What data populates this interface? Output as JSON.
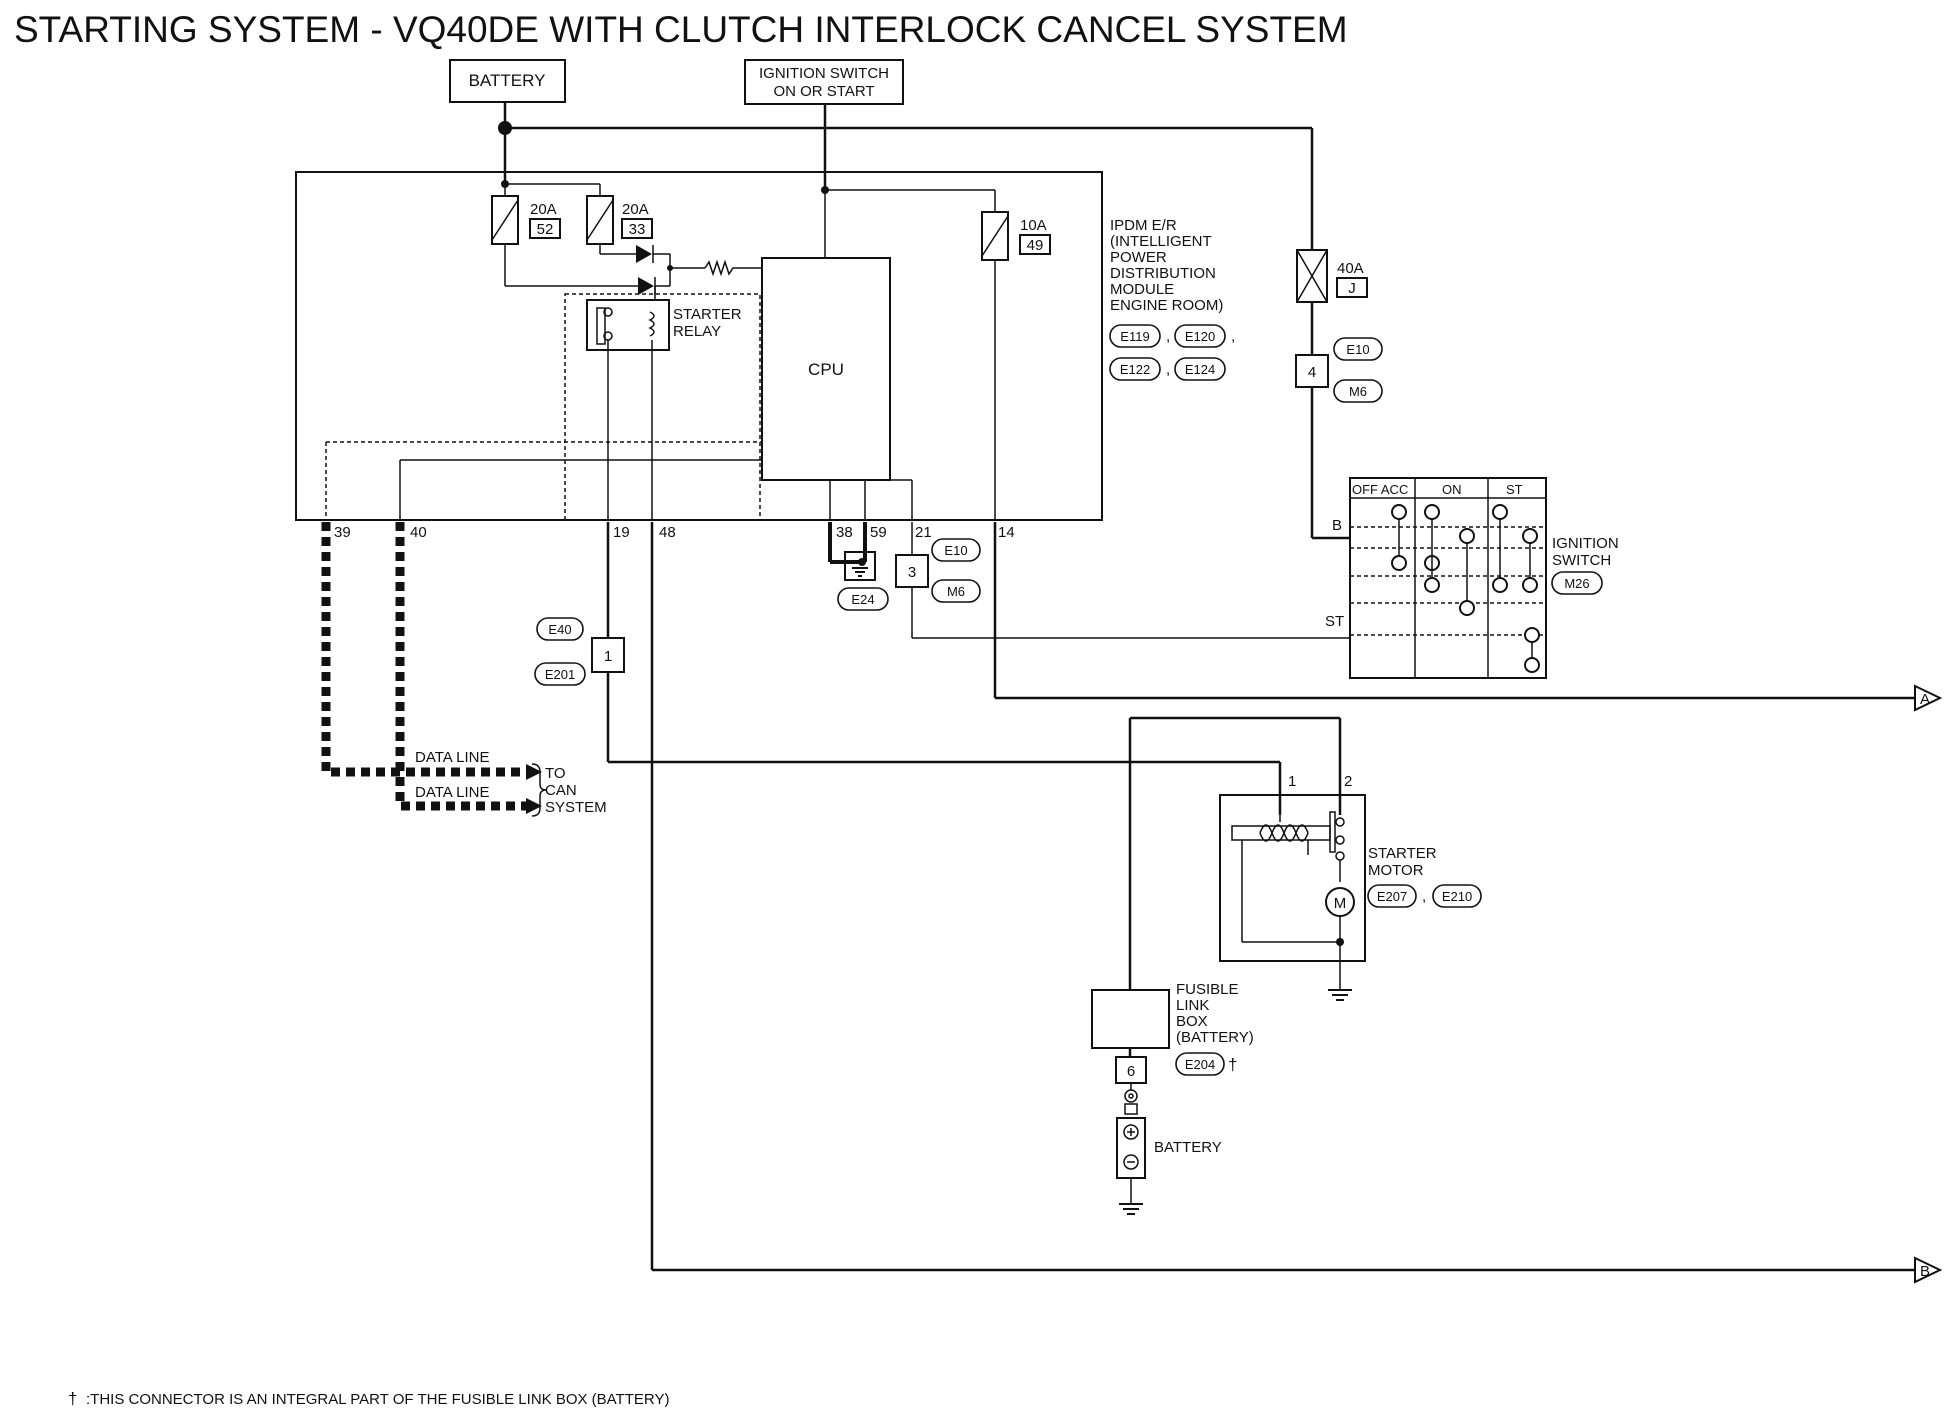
{
  "title": "STARTING SYSTEM - VQ40DE WITH CLUTCH INTERLOCK CANCEL SYSTEM",
  "top_labels": {
    "battery": "BATTERY",
    "ign_line1": "IGNITION SWITCH",
    "ign_line2": "ON OR START"
  },
  "fuses": {
    "f52_amp": "20A",
    "f52_num": "52",
    "f33_amp": "20A",
    "f33_num": "33",
    "f49_amp": "10A",
    "f49_num": "49",
    "fJ_amp": "40A",
    "fJ_num": "J"
  },
  "ipdm": {
    "lines": [
      "IPDM E/R",
      "(INTELLIGENT",
      "POWER",
      "DISTRIBUTION",
      "MODULE",
      "ENGINE ROOM)"
    ],
    "conn": [
      "E119",
      "E120",
      "E122",
      "E124"
    ],
    "cpu": "CPU",
    "relay": [
      "STARTER",
      "RELAY"
    ]
  },
  "pins": {
    "p39": "39",
    "p40": "40",
    "p19": "19",
    "p48": "48",
    "p38": "38",
    "p59": "59",
    "p21": "21",
    "p14": "14"
  },
  "connectors": {
    "e10_a": "E10",
    "m6_a": "M6",
    "j4": "4",
    "e10_b": "E10",
    "m6_b": "M6",
    "j3": "3",
    "e24": "E24",
    "e40": "E40",
    "e201": "E201",
    "j1": "1"
  },
  "ign_switch": {
    "cols": [
      "OFF ACC",
      "ON",
      "ST"
    ],
    "b": "B",
    "st": "ST",
    "label": [
      "IGNITION",
      "SWITCH"
    ],
    "conn": "M26"
  },
  "can": {
    "data1": "DATA LINE",
    "data2": "DATA LINE",
    "to": [
      "TO",
      "CAN",
      "SYSTEM"
    ]
  },
  "starter": {
    "pin1": "1",
    "pin2": "2",
    "label": [
      "STARTER",
      "MOTOR"
    ],
    "conn": [
      "E207",
      "E210"
    ],
    "m": "M"
  },
  "fusible": {
    "label": [
      "FUSIBLE",
      "LINK",
      "BOX",
      "(BATTERY)"
    ],
    "pin": "6",
    "conn": "E204",
    "dagger": "†"
  },
  "battery_bottom": "BATTERY",
  "arrows": {
    "a": "A",
    "b": "B"
  },
  "footnote_mark": "†",
  "footnote": ":THIS CONNECTOR IS AN INTEGRAL PART OF THE FUSIBLE LINK BOX (BATTERY)"
}
